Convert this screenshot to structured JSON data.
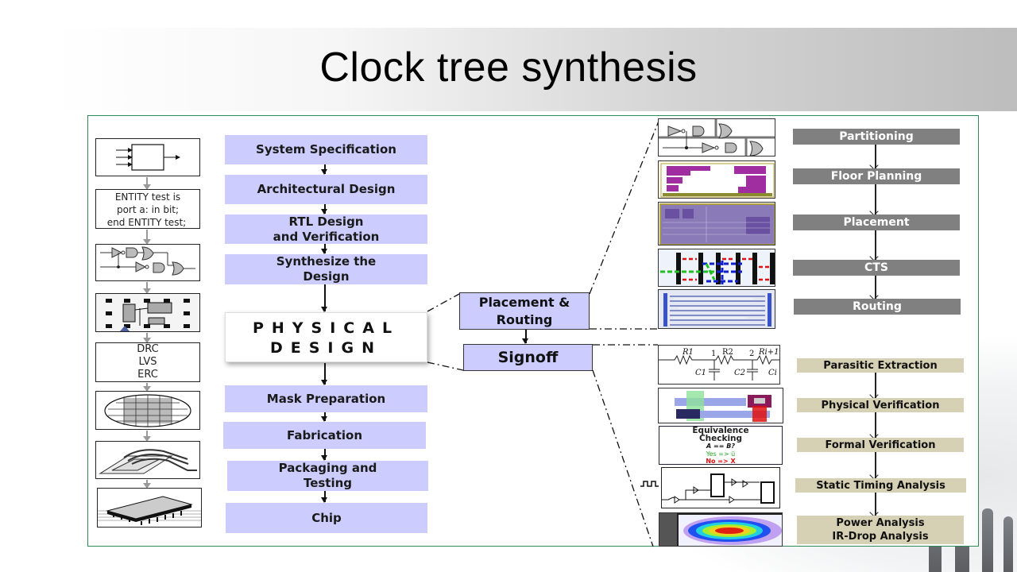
{
  "slide": {
    "title": "Clock tree synthesis"
  },
  "left_column": {
    "hdl_code": [
      "ENTITY test is",
      "port a: in bit;",
      "end ENTITY test;"
    ],
    "checks": [
      "DRC",
      "LVS",
      "ERC"
    ]
  },
  "main_flow": {
    "steps": [
      {
        "label": "System Specification"
      },
      {
        "label": "Architectural Design"
      },
      {
        "label": "RTL Design\nand Verification"
      },
      {
        "label": "Synthesize the\nDesign"
      }
    ],
    "physical_design": {
      "line1": "PHYSICAL",
      "line2": "DESIGN"
    },
    "post_steps": [
      {
        "label": "Mask Preparation"
      },
      {
        "label": "Fabrication"
      },
      {
        "label": "Packaging and\nTesting"
      },
      {
        "label": "Chip"
      }
    ]
  },
  "middle": {
    "placement_routing": "Placement &\nRouting",
    "signoff": "Signoff"
  },
  "thumbnails": {
    "rc_labels": [
      "R1",
      "1",
      "R2",
      "2",
      "Ri+1",
      "C1",
      "C2",
      "Ci"
    ],
    "equivalence": {
      "title": "Equivalence\nChecking",
      "question": "A == B?",
      "yes": "Yes => ü",
      "no": "No  => X"
    },
    "colors": {
      "yes": "#22aa22",
      "no": "#dd1111"
    }
  },
  "pnr_flow": {
    "steps": [
      "Partitioning",
      "Floor Planning",
      "Placement",
      "CTS",
      "Routing"
    ],
    "color": "#808080"
  },
  "signoff_flow": {
    "steps": [
      "Parasitic Extraction",
      "Physical Verification",
      "Formal Verification",
      "Static Timing Analysis",
      "Power Analysis\nIR-Drop Analysis"
    ],
    "color": "#d6d0b4"
  },
  "colors": {
    "flow_box": "#ccccff",
    "frame_border": "#2e8b57"
  }
}
